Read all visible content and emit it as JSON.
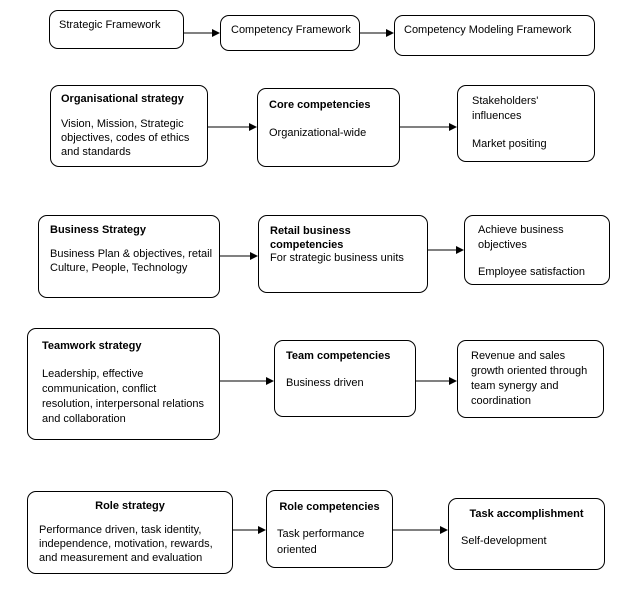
{
  "top_row": {
    "strategic": "Strategic Framework",
    "competency": "Competency Framework",
    "modeling": "Competency Modeling Framework"
  },
  "rows": [
    {
      "strategy_title": "Organisational strategy",
      "strategy_body": "Vision, Mission, Strategic\nobjectives, codes of ethics\nand standards",
      "competency_title": "Core competencies",
      "competency_body": "Organizational-wide",
      "outcome_lines": [
        "Stakeholders'",
        "influences",
        "",
        "Market positing"
      ]
    },
    {
      "strategy_title": "Business Strategy",
      "strategy_body": "Business Plan & objectives, retail\nCulture, People, Technology",
      "competency_title": "Retail business competencies",
      "competency_body": "For strategic business units",
      "outcome_lines": [
        "Achieve business",
        "objectives",
        "",
        "Employee satisfaction"
      ]
    },
    {
      "strategy_title": "Teamwork strategy",
      "strategy_body": "Leadership, effective\ncommunication, conflict\nresolution, interpersonal relations\nand collaboration",
      "competency_title": "Team competencies",
      "competency_body": "Business driven",
      "outcome_lines": [
        "Revenue and sales",
        "growth oriented through",
        "team synergy and",
        "coordination"
      ]
    },
    {
      "strategy_title": "Role strategy",
      "strategy_body": "Performance driven, task identity,\nindependence, motivation, rewards,\nand measurement and evaluation",
      "competency_title": "Role competencies",
      "competency_body": "Task performance\noriented",
      "outcome_title": "Task accomplishment",
      "outcome_body": "Self-development"
    }
  ]
}
